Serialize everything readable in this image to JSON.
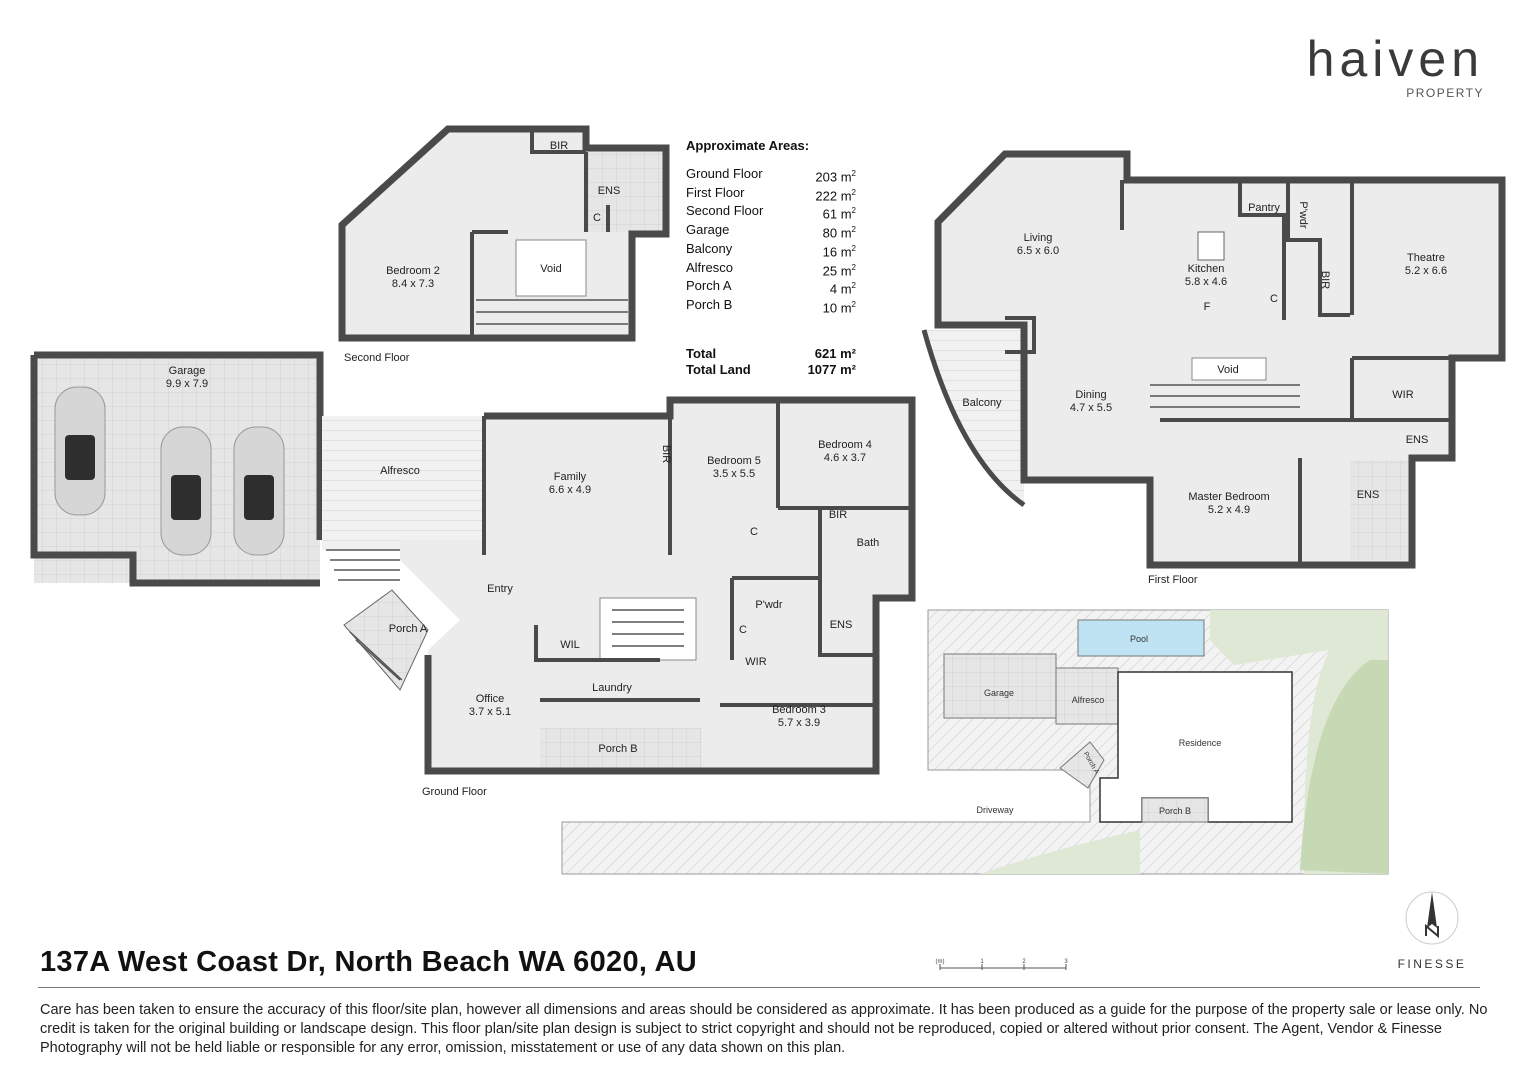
{
  "brand": {
    "name": "haiven",
    "sub": "PROPERTY"
  },
  "areas": {
    "title": "Approximate Areas:",
    "rows": [
      {
        "label": "Ground Floor",
        "value": "203 m",
        "unit_sup": "2"
      },
      {
        "label": "First Floor",
        "value": "222 m",
        "unit_sup": "2"
      },
      {
        "label": "Second Floor",
        "value": "61 m",
        "unit_sup": "2"
      },
      {
        "label": "Garage",
        "value": "80 m",
        "unit_sup": "2"
      },
      {
        "label": "Balcony",
        "value": "16 m",
        "unit_sup": "2"
      },
      {
        "label": "Alfresco",
        "value": "25 m",
        "unit_sup": "2"
      },
      {
        "label": "Porch A",
        "value": "4 m",
        "unit_sup": "2"
      },
      {
        "label": "Porch B",
        "value": "10 m",
        "unit_sup": "2"
      }
    ],
    "total_label": "Total",
    "total_value": "621 m²",
    "land_label": "Total Land",
    "land_value": "1077 m²"
  },
  "floors": {
    "ground": "Ground Floor",
    "first": "First Floor",
    "second": "Second Floor"
  },
  "rooms": {
    "garage": {
      "name": "Garage",
      "dim": "9.9 x 7.9"
    },
    "alfresco": {
      "name": "Alfresco"
    },
    "family": {
      "name": "Family",
      "dim": "6.6 x 4.9"
    },
    "bedroom5": {
      "name": "Bedroom 5",
      "dim": "3.5 x 5.5"
    },
    "bedroom4": {
      "name": "Bedroom 4",
      "dim": "4.6 x 3.7"
    },
    "bir_g1": "BIR",
    "bir_g2": "BIR",
    "bath": "Bath",
    "c1": "C",
    "c2": "C",
    "entry": "Entry",
    "pwdr_g": "P'wdr",
    "ens_g": "ENS",
    "porch_a": "Porch A",
    "wil": "WIL",
    "laundry": "Laundry",
    "wir_g": "WIR",
    "office": {
      "name": "Office",
      "dim": "3.7 x 5.1"
    },
    "porch_b": "Porch B",
    "bedroom3": {
      "name": "Bedroom 3",
      "dim": "5.7 x 3.9"
    },
    "bedroom2": {
      "name": "Bedroom 2",
      "dim": "8.4 x 7.3"
    },
    "void_s": "Void",
    "bir_s": "BIR",
    "ens_s": "ENS",
    "c_s": "C",
    "living": {
      "name": "Living",
      "dim": "6.5 x 6.0"
    },
    "kitchen": {
      "name": "Kitchen",
      "dim": "5.8 x 4.6"
    },
    "pantry": "Pantry",
    "pwdr_f": "P'wdr",
    "bir_f": "BIR",
    "c_f": "C",
    "f_f": "F",
    "theatre": {
      "name": "Theatre",
      "dim": "5.2 x 6.6"
    },
    "balcony": "Balcony",
    "dining": {
      "name": "Dining",
      "dim": "4.7 x 5.5"
    },
    "void_f": "Void",
    "wir_f": "WIR",
    "ens_f1": "ENS",
    "master": {
      "name": "Master Bedroom",
      "dim": "5.2 x 4.9"
    },
    "ens_f2": "ENS"
  },
  "site": {
    "pool": "Pool",
    "garage": "Garage",
    "alfresco": "Alfresco",
    "residence": "Residence",
    "porch_a": "Porch A",
    "porch_b": "Porch B",
    "driveway": "Driveway"
  },
  "scale": {
    "unit": "(m)",
    "t1": "1",
    "t2": "2",
    "t3": "3"
  },
  "address": "137A West Coast Dr, North Beach WA 6020, AU",
  "disclaimer": "Care has been taken to ensure the accuracy of this floor/site plan, however all dimensions and areas should be considered as approximate. It has been produced as a guide for the purpose of the property sale or lease only. No credit is taken for the original building or landscape design. This floor plan/site plan design is subject to strict copyright and should not be reproduced, copied or altered without prior consent. The Agent, Vendor & Finesse Photography will not be held liable or responsible for any error, omission, misstatement or use of any data shown on this plan.",
  "finesse": "FINESSE",
  "colors": {
    "floor": "#ececec",
    "tile": "#e2e2e2",
    "wall": "#4a4a4a",
    "pool": "#bfe3f3",
    "grass": "#dfe8d4"
  }
}
